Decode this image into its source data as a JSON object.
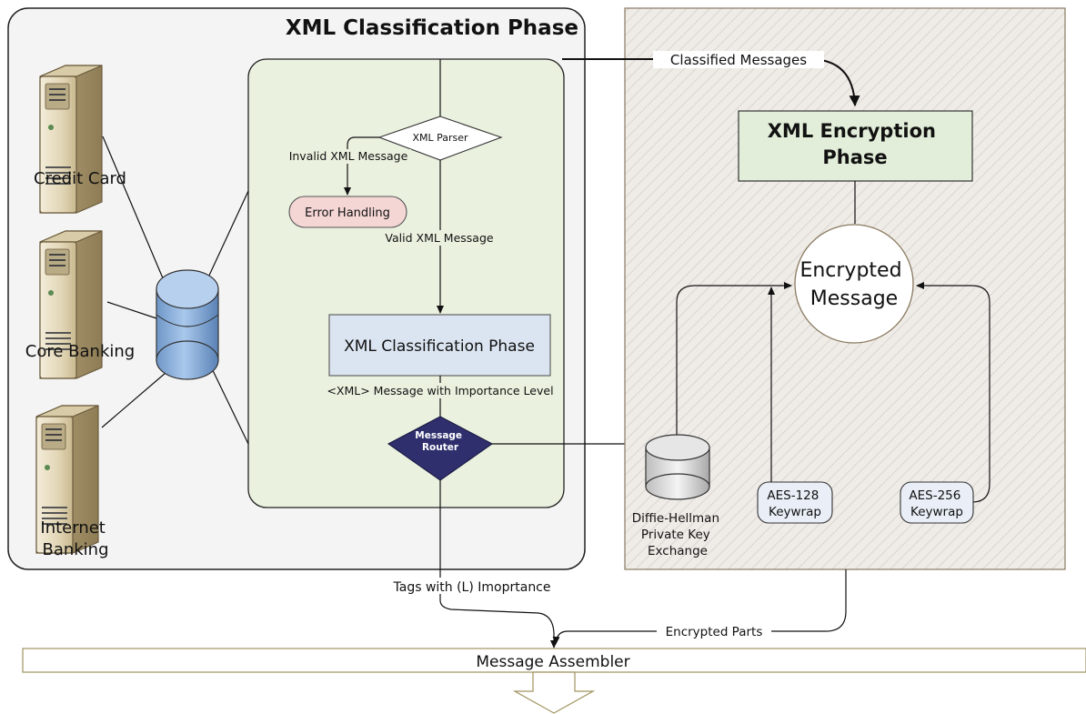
{
  "left_panel": {
    "title": "XML Classification Phase"
  },
  "sources": [
    {
      "label_lines": [
        "Credit Card"
      ]
    },
    {
      "label_lines": [
        "Core Banking"
      ]
    },
    {
      "label_lines": [
        "Internet",
        "Banking"
      ]
    }
  ],
  "parser": {
    "label": "XML Parser"
  },
  "flow_labels": {
    "invalid": "Invalid XML Message",
    "valid": "Valid XML Message",
    "importance": "<XML> Message with Importance Level",
    "low_tags": "Tags with (L) Imoprtance",
    "classified": "Classified Messages",
    "encrypted_parts": "Encrypted Parts"
  },
  "error_handling": {
    "label": "Error Handling"
  },
  "classification_box": {
    "label": "XML Classification Phase"
  },
  "router": {
    "label_lines": [
      "Message",
      "Router"
    ]
  },
  "encryption_phase": {
    "label_lines": [
      "XML Encryption",
      "Phase"
    ]
  },
  "encrypted_message": {
    "label_lines": [
      "Encrypted",
      "Message"
    ]
  },
  "key_store": {
    "label_lines": [
      "Diffie-Hellman",
      "Private Key",
      "Exchange"
    ]
  },
  "aes128": {
    "label_lines": [
      "AES-128",
      "Keywrap"
    ]
  },
  "aes256": {
    "label_lines": [
      "AES-256",
      "Keywrap"
    ]
  },
  "assembler": {
    "label": "Message Assembler"
  },
  "colors": {
    "left_panel_fill": "#f4f4f4",
    "inner_panel_fill": "#eaf1df",
    "right_panel_fill": "#efece8",
    "error_fill": "#f4d6d5",
    "classification_fill": "#dbe5f1",
    "router_fill": "#2f2f6e",
    "encryption_fill": "#e2eed9",
    "aes_fill": "#e9eef7",
    "db_fill": "#9cc0e6"
  }
}
